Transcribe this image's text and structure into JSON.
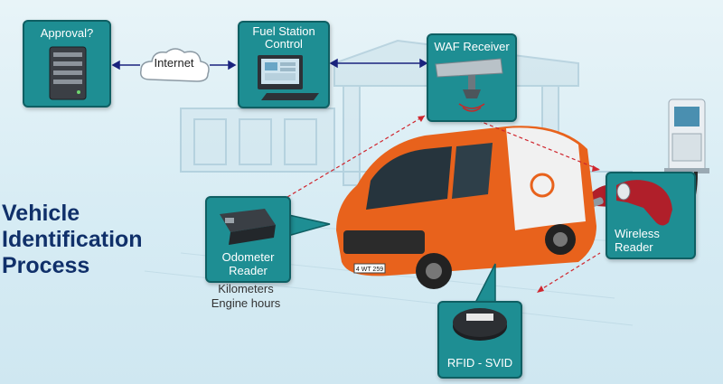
{
  "diagram": {
    "title_lines": [
      "Vehicle",
      "Identification",
      "Process"
    ],
    "nodes": {
      "approval": {
        "label": "Approval?"
      },
      "internet": {
        "label": "Internet"
      },
      "fuel_station": {
        "label_line1": "Fuel Station",
        "label_line2": "Control"
      },
      "waf_receiver": {
        "label": "WAF Receiver"
      },
      "odometer": {
        "label_line1": "Odometer",
        "label_line2": "Reader"
      },
      "wireless": {
        "label_line1": "Wireless",
        "label_line2": "Reader"
      },
      "rfid": {
        "label": "RFID - SVID"
      }
    },
    "odometer_caption": {
      "line1": "Kilometers",
      "line2": "Engine hours"
    },
    "van_plate": "4 WT 259"
  },
  "colors": {
    "card": "#1e8e93",
    "card_border": "#0f5f63",
    "title": "#10306a",
    "van": "#e8621c",
    "link_solid": "#1a237e",
    "link_dashed": "#d0262e"
  }
}
